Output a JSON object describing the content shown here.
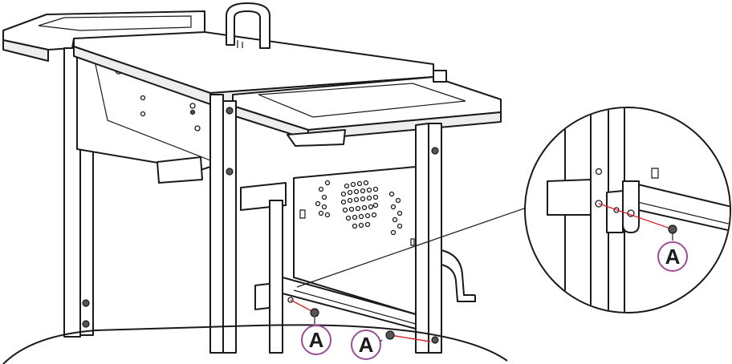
{
  "callouts": {
    "detail_label": "A",
    "left_label": "A",
    "right_label": "A"
  },
  "colors": {
    "line": "#1a1a1a",
    "fastener_line": "#d9262c",
    "callout_ring": "#9b4f96"
  }
}
